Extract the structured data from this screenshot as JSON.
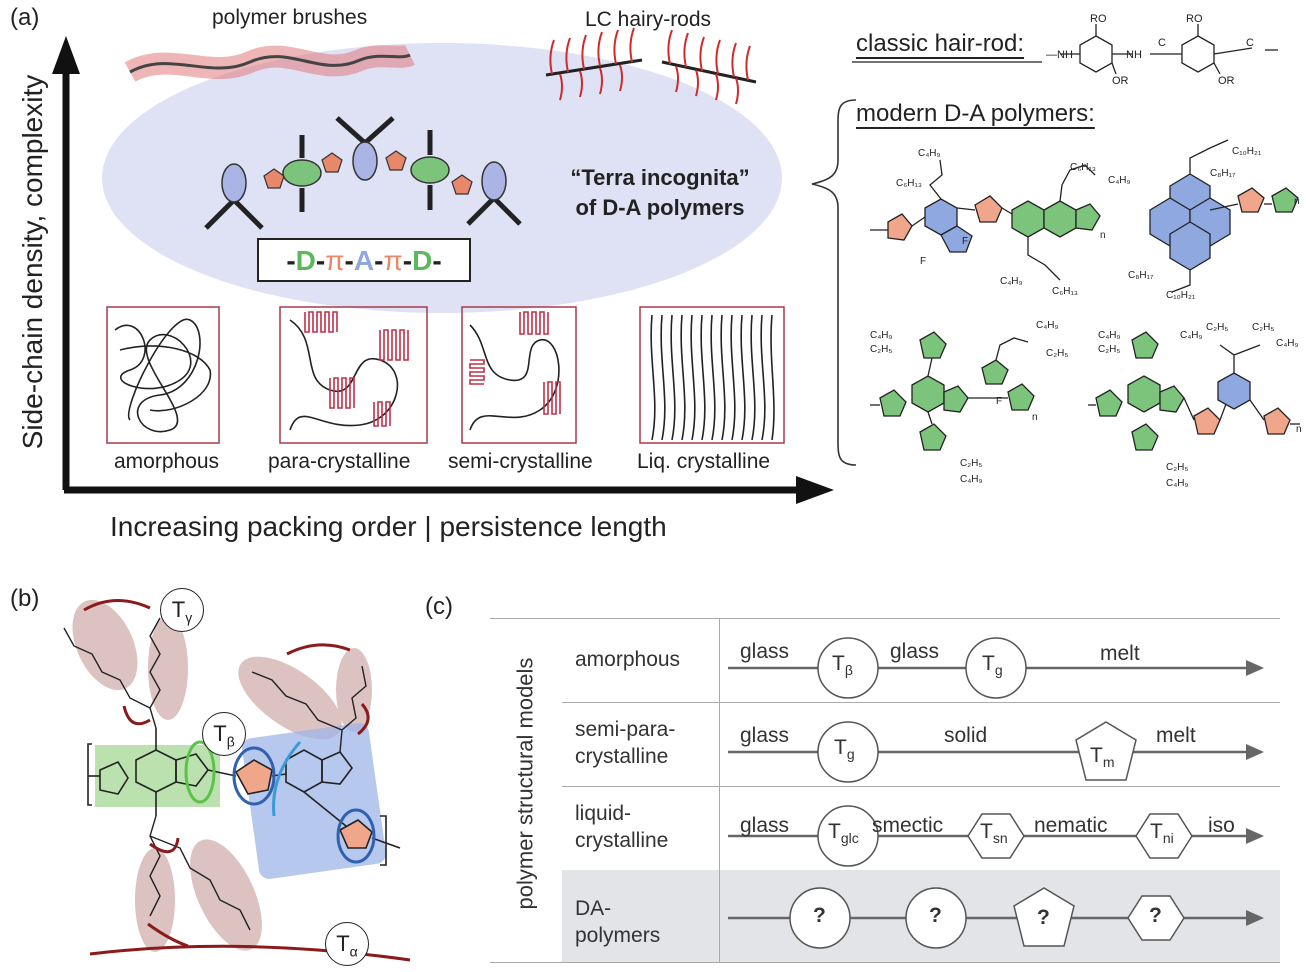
{
  "panel_a": {
    "label": "(a)",
    "y_axis_label": "Side-chain density, complexity",
    "x_axis_label": "Increasing packing order | persistence length",
    "polymer_brushes": "polymer brushes",
    "lc_hairy_rods": "LC hairy-rods",
    "terra_line1": "“Terra incognita”",
    "terra_line2": "of D-A polymers",
    "motif": [
      "-",
      "D",
      "-",
      "π",
      "-",
      "A",
      "-",
      "π",
      "-",
      "D",
      "-"
    ],
    "morphologies": [
      "amorphous",
      "para-crystalline",
      "semi-crystalline",
      "Liq. crystalline"
    ],
    "classic_heading": "classic hair-rod:",
    "modern_heading": "modern D-A polymers:",
    "colors": {
      "donor": "#5cb85c",
      "pi": "#e8886a",
      "acceptor": "#8fa8e0",
      "ellipse": "#dfe1f5",
      "crystal": "#c0304a"
    }
  },
  "panel_b": {
    "label": "(b)",
    "transitions": [
      {
        "symbol": "T",
        "sub": "γ"
      },
      {
        "symbol": "T",
        "sub": "β"
      },
      {
        "symbol": "T",
        "sub": "α"
      }
    ]
  },
  "panel_c": {
    "label": "(c)",
    "row_header": "polymer structural models",
    "rows": [
      {
        "label": "amorphous",
        "phases": [
          "glass",
          "glass",
          "melt"
        ],
        "transitions": [
          {
            "shape": "circle",
            "symbol": "T",
            "sub": "β"
          },
          {
            "shape": "circle",
            "symbol": "T",
            "sub": "g"
          }
        ]
      },
      {
        "label": "semi-para-crystalline",
        "phases": [
          "glass",
          "solid",
          "melt"
        ],
        "transitions": [
          {
            "shape": "circle",
            "symbol": "T",
            "sub": "g"
          },
          {
            "shape": "pentagon",
            "symbol": "T",
            "sub": "m"
          }
        ]
      },
      {
        "label": "liquid-crystalline",
        "phases": [
          "glass",
          "smectic",
          "nematic",
          "iso"
        ],
        "transitions": [
          {
            "shape": "circle",
            "symbol": "T",
            "sub": "glc"
          },
          {
            "shape": "hexagon",
            "symbol": "T",
            "sub": "sn"
          },
          {
            "shape": "hexagon",
            "symbol": "T",
            "sub": "ni"
          }
        ]
      },
      {
        "label": "DA-polymers",
        "phases": [],
        "transitions": [
          {
            "shape": "circle",
            "symbol": "?"
          },
          {
            "shape": "circle",
            "symbol": "?"
          },
          {
            "shape": "pentagon",
            "symbol": "?"
          },
          {
            "shape": "hexagon",
            "symbol": "?"
          }
        ]
      }
    ]
  }
}
